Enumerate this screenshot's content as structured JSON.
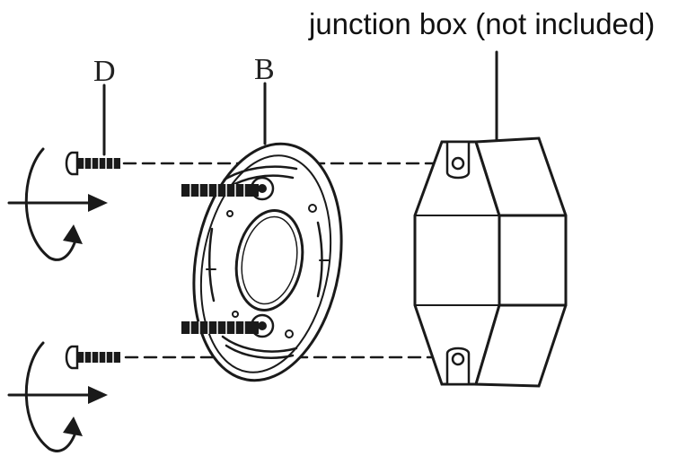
{
  "labels": {
    "junction_box": "junction box (not included)",
    "screw": "D",
    "bracket": "B"
  },
  "colors": {
    "ink": "#1a1a1a",
    "background": "#ffffff"
  }
}
